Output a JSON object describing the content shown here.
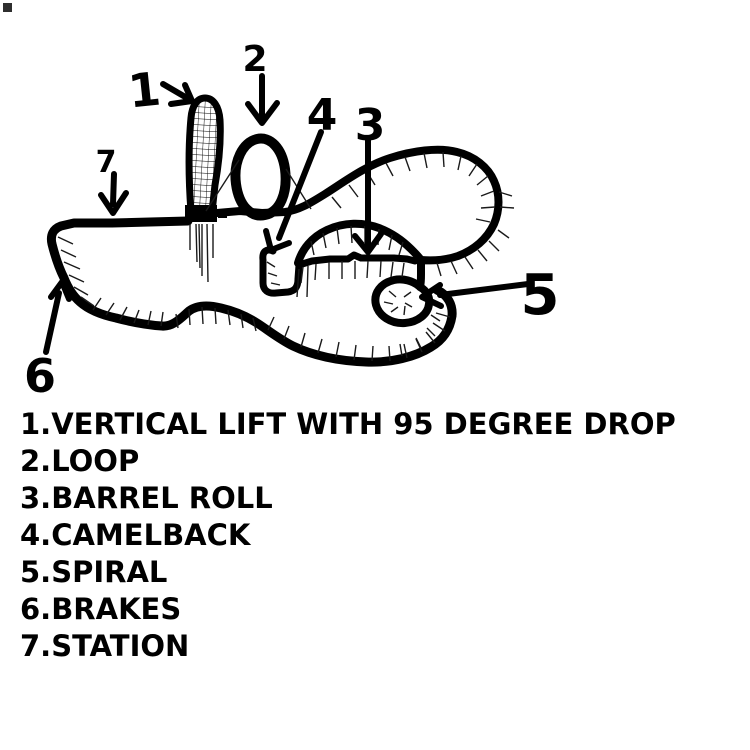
{
  "colors": {
    "ink": "#000000",
    "background": "#ffffff"
  },
  "drawing": {
    "markers": {
      "m1": "1",
      "m2": "2",
      "m3": "3",
      "m4": "4",
      "m5": "5",
      "m6": "6",
      "m7": "7"
    }
  },
  "legend": {
    "items": [
      {
        "display": "1.VERTICAL LIFT WITH 95 DEGREE DROP"
      },
      {
        "display": "2.LOOP"
      },
      {
        "display": "3.BARREL ROLL"
      },
      {
        "display": "4.CAMELBACK"
      },
      {
        "display": "5.SPIRAL"
      },
      {
        "display": "6.BRAKES"
      },
      {
        "display": "7.STATION"
      }
    ]
  }
}
